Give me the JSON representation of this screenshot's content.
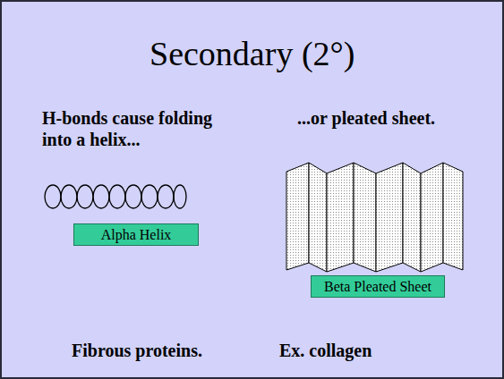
{
  "diagram": {
    "title": "Secondary (2°)",
    "nodes": [
      {
        "text": [
          "Alpha Helix"
        ]
      },
      {
        "text": [
          "Beta Pleated Sheet"
        ]
      }
    ],
    "labels": [
      "H-bonds cause folding into a helix...",
      "...or pleated sheet.",
      "Fibrous proteins.",
      "Ex. collagen"
    ]
  }
}
